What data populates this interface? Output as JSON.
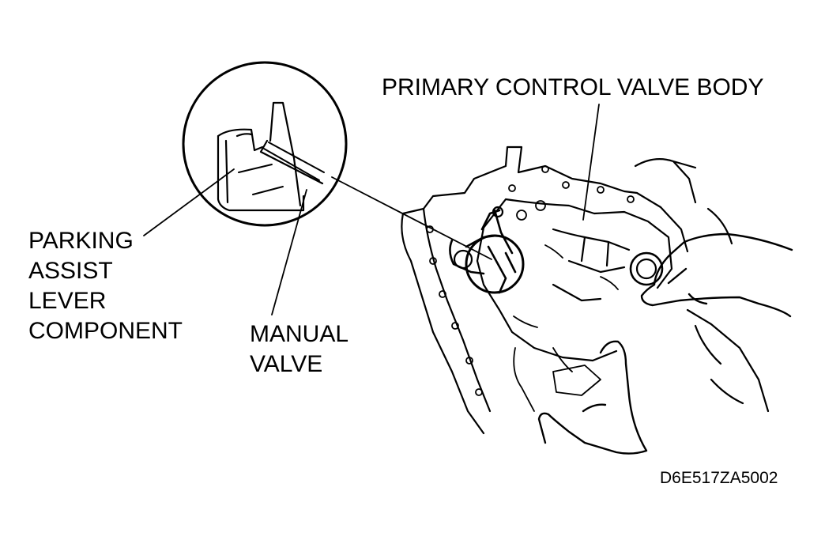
{
  "labels": {
    "primary_control_valve_body": "PRIMARY CONTROL VALVE BODY",
    "parking_assist_lever_component": [
      "PARKING",
      "ASSIST",
      "LEVER",
      "COMPONENT"
    ],
    "manual_valve": [
      "MANUAL",
      "VALVE"
    ]
  },
  "figure_code": "D6E517ZA5002",
  "colors": {
    "ink": "#000000",
    "paper": "#ffffff"
  }
}
